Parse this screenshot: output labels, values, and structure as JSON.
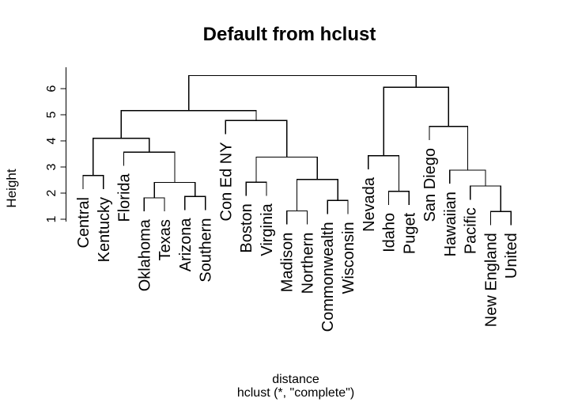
{
  "chart_data": {
    "type": "dendrogram",
    "title": "Default from hclust",
    "ylabel": "Height",
    "xlabel": "distance",
    "sub_caption": "hclust (*, \"complete\")",
    "yticks": [
      1,
      2,
      3,
      4,
      5,
      6
    ],
    "ylim": [
      1,
      6.5
    ],
    "hang": 0.52,
    "leaf_order": [
      "Central",
      "Kentucky",
      "Florida",
      "Oklahoma",
      "Texas",
      "Arizona",
      "Southern",
      "Con Ed NY",
      "Boston",
      "Virginia",
      "Madison",
      "Northern",
      "Commonwealth",
      "Wisconsin",
      "Nevada",
      "Idaho",
      "Puget",
      "San Diego",
      "Hawaiian",
      "Pacific",
      "New England",
      "United"
    ],
    "tree": {
      "h": 6.5,
      "c": [
        {
          "h": 5.16,
          "c": [
            {
              "h": 4.1,
              "c": [
                {
                  "h": 2.67,
                  "c": [
                    "Central",
                    "Kentucky"
                  ]
                },
                {
                  "h": 3.57,
                  "c": [
                    "Florida",
                    {
                      "h": 2.41,
                      "c": [
                        {
                          "h": 1.82,
                          "c": [
                            "Oklahoma",
                            "Texas"
                          ]
                        },
                        {
                          "h": 1.87,
                          "c": [
                            "Arizona",
                            "Southern"
                          ]
                        }
                      ]
                    }
                  ]
                }
              ]
            },
            {
              "h": 4.78,
              "c": [
                "Con Ed NY",
                {
                  "h": 3.38,
                  "c": [
                    {
                      "h": 2.42,
                      "c": [
                        "Boston",
                        "Virginia"
                      ]
                    },
                    {
                      "h": 2.52,
                      "c": [
                        {
                          "h": 1.32,
                          "c": [
                            "Madison",
                            "Northern"
                          ]
                        },
                        {
                          "h": 1.72,
                          "c": [
                            "Commonwealth",
                            "Wisconsin"
                          ]
                        }
                      ]
                    }
                  ]
                }
              ]
            }
          ]
        },
        {
          "h": 6.05,
          "c": [
            {
              "h": 3.43,
              "c": [
                "Nevada",
                {
                  "h": 2.07,
                  "c": [
                    "Idaho",
                    "Puget"
                  ]
                }
              ]
            },
            {
              "h": 4.55,
              "c": [
                "San Diego",
                {
                  "h": 2.88,
                  "c": [
                    "Hawaiian",
                    {
                      "h": 2.27,
                      "c": [
                        "Pacific",
                        {
                          "h": 1.3,
                          "c": [
                            "New England",
                            "United"
                          ]
                        }
                      ]
                    }
                  ]
                }
              ]
            }
          ]
        }
      ]
    }
  }
}
